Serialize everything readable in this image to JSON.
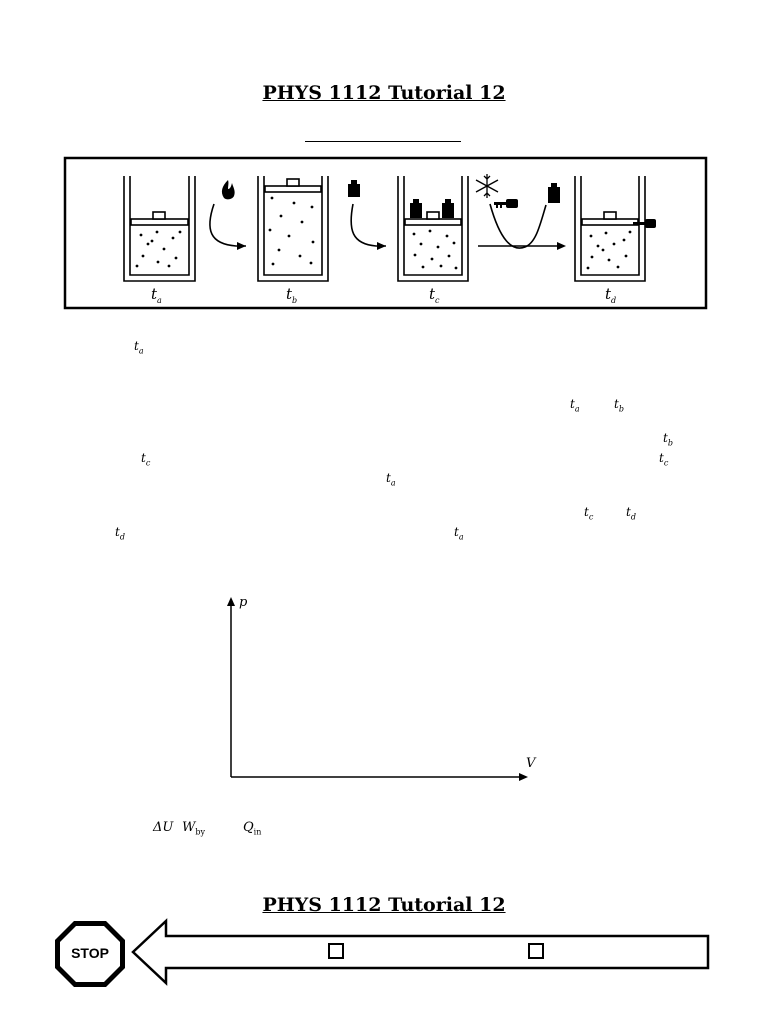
{
  "document": {
    "title_top": "PHYS 1112 Tutorial 12",
    "title_bottom": "PHYS 1112 Tutorial 12"
  },
  "figure": {
    "states": [
      {
        "base": "t",
        "sub": "a"
      },
      {
        "base": "t",
        "sub": "b"
      },
      {
        "base": "t",
        "sub": "c"
      },
      {
        "base": "t",
        "sub": "d"
      }
    ]
  },
  "inline_labels": [
    {
      "base": "t",
      "sub": "a"
    },
    {
      "base": "t",
      "sub": "a"
    },
    {
      "base": "t",
      "sub": "b"
    },
    {
      "base": "t",
      "sub": "b"
    },
    {
      "base": "t",
      "sub": "c"
    },
    {
      "base": "t",
      "sub": "c"
    },
    {
      "base": "t",
      "sub": "a"
    },
    {
      "base": "t",
      "sub": "c"
    },
    {
      "base": "t",
      "sub": "d"
    },
    {
      "base": "t",
      "sub": "d"
    },
    {
      "base": "t",
      "sub": "a"
    }
  ],
  "pv_graph": {
    "y_axis_label": "p",
    "x_axis_label": "V"
  },
  "quantities": {
    "du": "ΔU",
    "w_base": "W",
    "w_sub": "by",
    "q_base": "Q",
    "q_sub": "in"
  },
  "stop_sign": {
    "label": "STOP"
  }
}
